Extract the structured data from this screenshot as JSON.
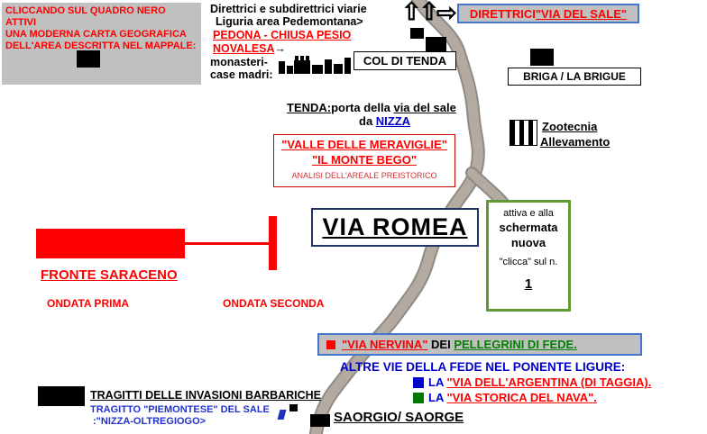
{
  "colors": {
    "red": "#ff0000",
    "link_blue": "#0000cc",
    "green_text": "#008000",
    "blue_border": "#4477cc",
    "green_border": "#5f9a33",
    "panel_gray": "#c0c0c0",
    "road": "#b3aaa2"
  },
  "info_panel": {
    "lines": [
      "CLICCANDO SUL QUADRO NERO ATTIVI",
      "UNA MODERNA CARTA GEOGRAFICA",
      "DELL'AREA DESCRITTA NEL MAPPALE:"
    ]
  },
  "header": {
    "line1": "Direttrici e subdirettrici viarie",
    "line2": "Liguria area Pedemontana>",
    "pedona": "PEDONA - CHIUSA PESIO",
    "novalesa": "NOVALESA",
    "novalesa_arrow": "→",
    "monasteri": "monasteri-",
    "case_madri": "case madri:"
  },
  "icons": {
    "up_arrows": "⇧⇧",
    "right_arrow": "⇨"
  },
  "direttrici_box": {
    "prefix": "DIRETTRICI ",
    "title": "\"VIA DEL SALE\""
  },
  "places": {
    "col_di_tenda": "COL DI TENDA",
    "briga": "BRIGA /  LA BRIGUE",
    "saorgio": "SAORGIO/ SAORGE"
  },
  "tenda": {
    "name": "TENDA:",
    "mid": "porta della ",
    "via": "via del sale",
    "da": "da ",
    "nizza": "NIZZA"
  },
  "meraviglie": {
    "line1": "\"VALLE DELLE MERAVIGLIE\"",
    "line2": "\"IL MONTE BEGO\"",
    "line3": "ANALISI DELL'AREALE PREISTORICO"
  },
  "zootecnia": {
    "line1": "Zootecnia",
    "line2": "Allevamento"
  },
  "via_romea": "VIA ROMEA",
  "green_box": {
    "line1": "attiva e alla",
    "line2": "schermata",
    "line3": "nuova",
    "line4": "\"clicca\" sul n.",
    "number": "1"
  },
  "saraceno": {
    "title": "FRONTE SARACENO",
    "ondata1": "ONDATA PRIMA",
    "ondata2": "ONDATA SECONDA"
  },
  "nervina": {
    "part1": "\"VIA NERVINA\"",
    "part2": " DEI ",
    "part3": "PELLEGRINI DI FEDE."
  },
  "altre_vie": {
    "heading": "ALTRE VIE DELLA FEDE NEL PONENTE LIGURE:",
    "item1_la": "LA ",
    "item1_text": "\"VIA DELL'ARGENTINA (DI TAGGIA).",
    "item2_la": "LA ",
    "item2_text": "\"VIA STORICA DEL NAVA\"."
  },
  "barbariche": {
    "title": "TRAGITTI DELLE INVASIONI BARBARICHE",
    "sale1": "TRAGITTO \"PIEMONTESE\" DEL SALE",
    "sale2": ":\"NIZZA-OLTREGIOGO>"
  }
}
